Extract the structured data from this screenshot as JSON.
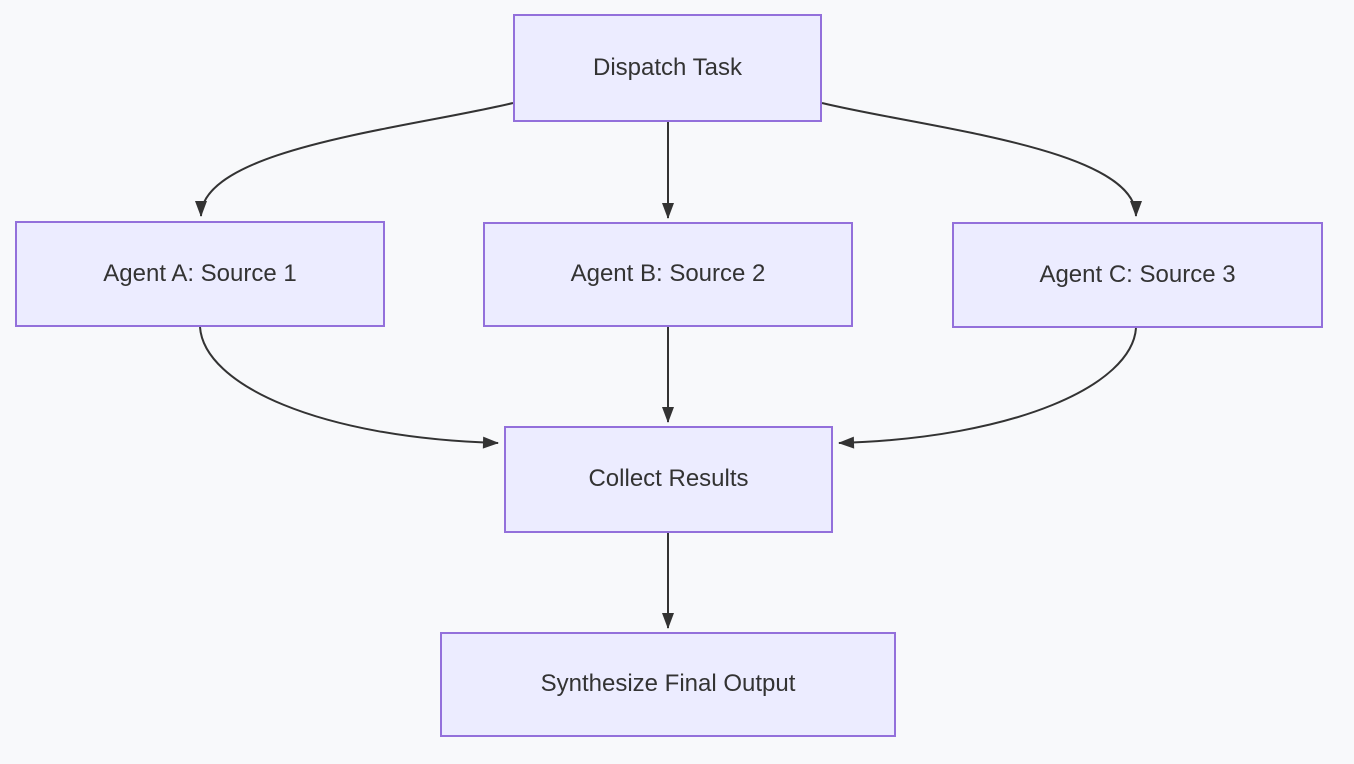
{
  "diagram": {
    "type": "flowchart",
    "direction": "top-down",
    "nodes": [
      {
        "id": "dispatch",
        "label": "Dispatch Task"
      },
      {
        "id": "agent-a",
        "label": "Agent A: Source 1"
      },
      {
        "id": "agent-b",
        "label": "Agent B: Source 2"
      },
      {
        "id": "agent-c",
        "label": "Agent C: Source 3"
      },
      {
        "id": "collect",
        "label": "Collect Results"
      },
      {
        "id": "synthesize",
        "label": "Synthesize Final Output"
      }
    ],
    "edges": [
      {
        "from": "dispatch",
        "to": "agent-a"
      },
      {
        "from": "dispatch",
        "to": "agent-b"
      },
      {
        "from": "dispatch",
        "to": "agent-c"
      },
      {
        "from": "agent-a",
        "to": "collect"
      },
      {
        "from": "agent-b",
        "to": "collect"
      },
      {
        "from": "agent-c",
        "to": "collect"
      },
      {
        "from": "collect",
        "to": "synthesize"
      }
    ],
    "colors": {
      "background": "#f8f9fb",
      "node_fill": "#ececff",
      "node_border": "#9370db",
      "edge_stroke": "#333333",
      "text": "#333333"
    }
  }
}
